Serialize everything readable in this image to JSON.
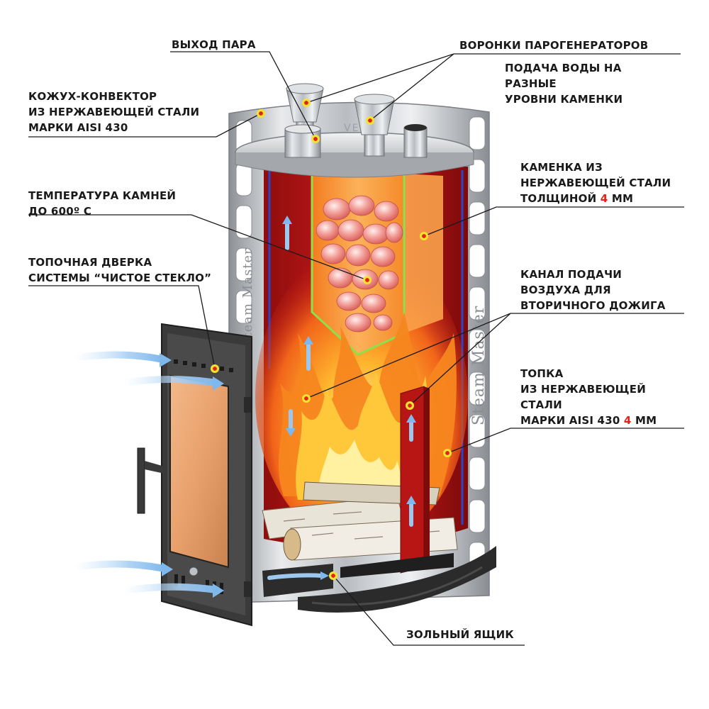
{
  "labels": {
    "steam_exit": {
      "text": "ВЫХОД ПАРА"
    },
    "funnels": {
      "text": "ВОРОНКИ ПАРОГЕНЕРАТОРОВ"
    },
    "water_supply": {
      "lines": [
        "ПОДАЧА ВОДЫ НА",
        "РАЗНЫЕ",
        "УРОВНИ КАМЕНКИ"
      ]
    },
    "casing": {
      "lines": [
        "КОЖУХ-КОНВЕКТОР",
        "ИЗ НЕРЖАВЕЮЩЕЙ СТАЛИ",
        "МАРКИ AISI 430"
      ]
    },
    "stone_temp": {
      "lines": [
        "ТЕМПЕРАТУРА КАМНЕЙ",
        "ДО 600º С"
      ]
    },
    "door": {
      "lines": [
        "ТОПОЧНАЯ ДВЕРКА",
        "СИСТЕМЫ “ЧИСТОЕ СТЕКЛО”"
      ]
    },
    "heater": {
      "lines": [
        "КАМЕНКА ИЗ",
        "НЕРЖАВЕЮЩЕЙ СТАЛИ"
      ],
      "thickness_prefix": "ТОЛЩИНОЙ ",
      "thickness_value": "4",
      "thickness_unit": " ММ"
    },
    "air_channel": {
      "lines": [
        "КАНАЛ ПОДАЧИ",
        "ВОЗДУХА ДЛЯ",
        "ВТОРИЧНОГО ДОЖИГА"
      ]
    },
    "firebox": {
      "lines": [
        "ТОПКА",
        "ИЗ НЕРЖАВЕЮЩЕЙ",
        "СТАЛИ"
      ],
      "grade_prefix": "МАРКИ AISI 430 ",
      "grade_value": "4",
      "grade_unit": " ММ"
    },
    "ash_box": {
      "text": "ЗОЛЬНЫЙ ЯЩИК"
    }
  },
  "brand": {
    "casing_text": "Steam Master",
    "lid_text": "VESUVI"
  },
  "colors": {
    "leader": "#1a1a1a",
    "accent_red": "#e3221b",
    "firebox_red": "#c01818",
    "stone": "#e8807a",
    "heater_orange": "#f7932e",
    "heater_outline": "#8ee04a",
    "steel": "#c9ccd0",
    "insulation_blue": "#2b44c9",
    "marker": "#f4e431"
  }
}
